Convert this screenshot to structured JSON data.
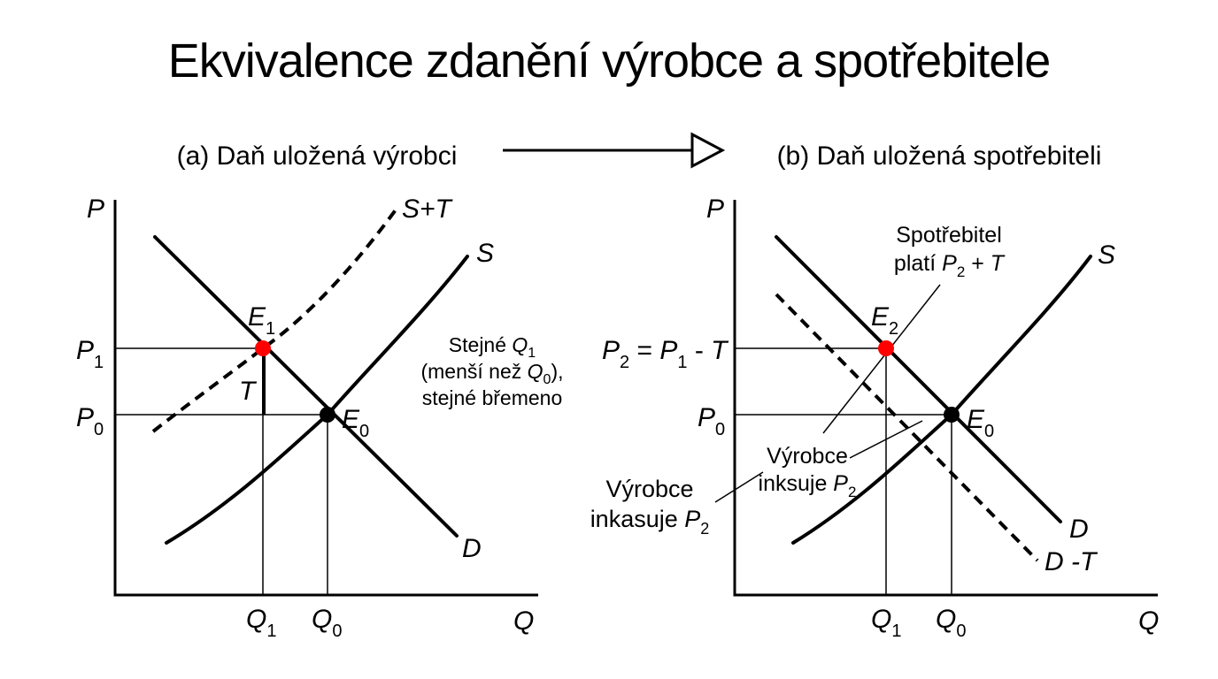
{
  "title": "Ekvivalence zdanění výrobce a spotřebitele",
  "panel_a": {
    "caption": "(a) Daň uložená výrobci",
    "y_axis": "P",
    "x_axis": "Q",
    "supply_label": "S",
    "supply_tax_label": "S+T",
    "demand_label": "D",
    "E1": "E",
    "E1_sub": "1",
    "E0": "E",
    "E0_sub": "0",
    "T_label": "T",
    "P1": "P",
    "P1_sub": "1",
    "P0": "P",
    "P0_sub": "0",
    "Q1": "Q",
    "Q1_sub": "1",
    "Q0": "Q",
    "Q0_sub": "0",
    "note_l1_a": "Stejné ",
    "note_l1_b": "Q",
    "note_l1_sub": "1",
    "note_l2_a": "(menší než ",
    "note_l2_b": "Q",
    "note_l2_sub": "0",
    "note_l2_c": "),",
    "note_l3": "stejné břemeno"
  },
  "panel_b": {
    "caption": "(b) Daň uložená spotřebiteli",
    "y_axis": "P",
    "x_axis": "Q",
    "supply_label": "S",
    "demand_label": "D",
    "demand_tax_label": "D -T",
    "E2": "E",
    "E2_sub": "2",
    "E0": "E",
    "E0_sub": "0",
    "P2_a": "P",
    "P2_sub": "2",
    "P2_b": " = ",
    "P2_c": "P",
    "P2_sub2": "1",
    "P2_d": " - ",
    "P2_e": "T",
    "P0": "P",
    "P0_sub": "0",
    "Q1": "Q",
    "Q1_sub": "1",
    "Q0": "Q",
    "Q0_sub": "0",
    "consumer_l1": "Spotřebitel",
    "consumer_l2_a": "platí ",
    "consumer_l2_b": "P",
    "consumer_l2_sub": "2",
    "consumer_l2_c": " + ",
    "consumer_l2_d": "T",
    "producer_in_l1": "Výrobce",
    "producer_in_l2_a": "inksuje ",
    "producer_in_l2_b": "P",
    "producer_in_l2_sub": "2",
    "producer_out_l1": "Výrobce",
    "producer_out_l2_a": "inkasuje ",
    "producer_out_l2_b": "P",
    "producer_out_l2_sub": "2"
  },
  "colors": {
    "new_equilibrium": "#ff0000",
    "old_equilibrium": "#000000"
  }
}
